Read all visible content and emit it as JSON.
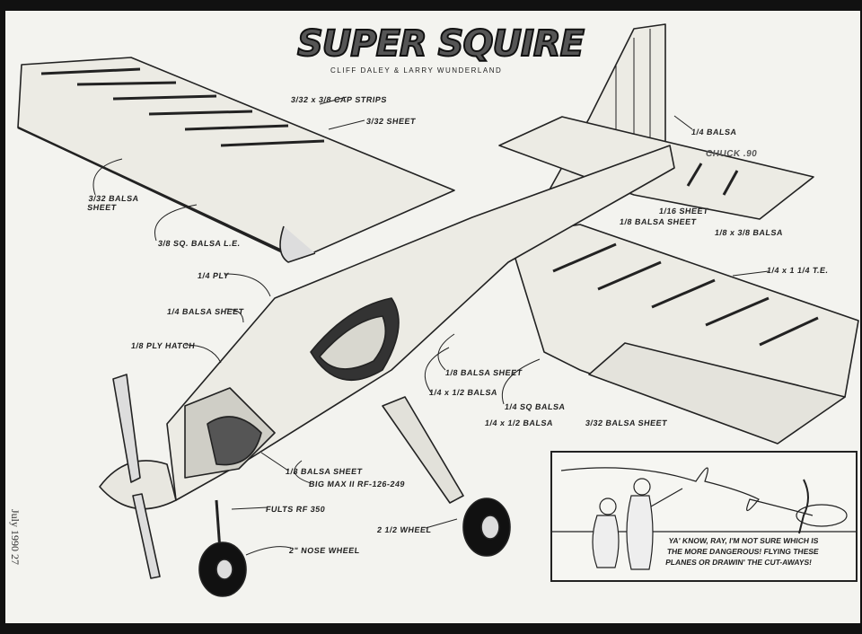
{
  "header": {
    "title": "SUPER SQUIRE",
    "byline": "CLIFF DALEY & LARRY WUNDERLAND"
  },
  "folio": "July 1990   27",
  "labels": {
    "cap_strips": "3/32 x 3/8 CAP STRIPS",
    "wing_sheet": "3/32 SHEET",
    "fin_balsa": "1/4 BALSA",
    "stab_text": "CHUCK .90",
    "stab_sheet": "1/16 SHEET",
    "fuse_balsa_sheet_rear": "1/8 BALSA SHEET",
    "stab_balsa": "1/8 x 3/8 BALSA",
    "trailing_edge": "1/4 x 1 1/4 T.E.",
    "wing_balsa_sheet": "3/32 BALSA SHEET",
    "leading_edge": "3/8 SQ. BALSA L.E.",
    "ply": "1/4 PLY",
    "fuse_balsa_sheet": "1/4 BALSA SHEET",
    "ply_hatch": "1/8 PLY HATCH",
    "side_balsa_sheet": "1/8 BALSA SHEET",
    "balsa_quarter_half_a": "1/4 x 1/2 BALSA",
    "sq_balsa": "1/4 SQ BALSA",
    "balsa_quarter_half_b": "1/4 x 1/2 BALSA",
    "right_wing_sheet": "3/32 BALSA SHEET",
    "lower_balsa_sheet": "1/8 BALSA SHEET",
    "gear": "BIG MAX II RF-126-249",
    "nose_gear": "FULTS RF 350",
    "main_wheel": "2 1/2 WHEEL",
    "nose_wheel": "2\" NOSE WHEEL"
  },
  "cartoon": {
    "caption_lines": [
      "YA' KNOW, RAY, I'M NOT SURE WHICH IS",
      "THE MORE DANGEROUS! FLYING THESE",
      "PLANES OR DRAWIN' THE CUT-AWAYS!"
    ]
  },
  "colors": {
    "ink": "#222222",
    "paper": "#f3f3ef",
    "wood": "#ecebe4"
  }
}
